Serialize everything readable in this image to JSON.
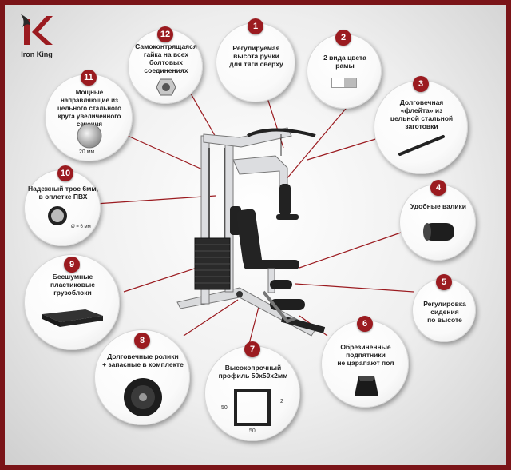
{
  "brand": {
    "name": "Iron King"
  },
  "features": [
    {
      "num": "1",
      "text": [
        "Регулируемая",
        "высота ручки",
        "для тяги сверху"
      ]
    },
    {
      "num": "2",
      "text": [
        "2 вида цвета",
        "рамы"
      ]
    },
    {
      "num": "3",
      "text": [
        "Долговечная",
        "«флейта» из",
        "цельной стальной",
        "заготовки"
      ]
    },
    {
      "num": "4",
      "text": [
        "Удобные валики"
      ]
    },
    {
      "num": "5",
      "text": [
        "Регулировка",
        "сидения",
        "по высоте"
      ]
    },
    {
      "num": "6",
      "text": [
        "Обрезиненные",
        "подпятники",
        "не царапают пол"
      ]
    },
    {
      "num": "7",
      "text": [
        "Высокопрочный",
        "профиль 50х50х2мм"
      ]
    },
    {
      "num": "8",
      "text": [
        "Долговечные ролики",
        "+ запасные в комплекте"
      ]
    },
    {
      "num": "9",
      "text": [
        "Бесшумные",
        "пластиковые",
        "грузоблоки"
      ]
    },
    {
      "num": "10",
      "text": [
        "Надежный трос 6мм,",
        "в оплетке ПВХ"
      ]
    },
    {
      "num": "11",
      "text": [
        "Мощные",
        "направляющие из",
        "цельного стального",
        "круга увеличенного сечения"
      ]
    },
    {
      "num": "12",
      "text": [
        "Самоконтрящаяся",
        "гайка на всех",
        "болтовых",
        "соединениях"
      ]
    }
  ],
  "labels": {
    "guide_diameter": "20 мм",
    "cable_diameter": "Ø = 6 мм",
    "profile_width": "50",
    "profile_height": "50",
    "profile_wall": "2"
  },
  "colors": {
    "accent": "#9b1b20",
    "frame_border": "#7a1418"
  },
  "icons": {
    "logo": "iron-king-logo",
    "nut": "lock-nut-icon",
    "color_swatch": "frame-color-swatch",
    "bar": "steel-bar-icon",
    "pad": "foam-roller-icon",
    "foot": "rubber-foot-icon",
    "profile": "square-profile-icon",
    "pulley": "pulley-wheel-icon",
    "weight": "weight-plate-icon",
    "cable": "cable-cross-section-icon",
    "guide": "guide-rod-icon",
    "machine": "home-gym-machine"
  }
}
